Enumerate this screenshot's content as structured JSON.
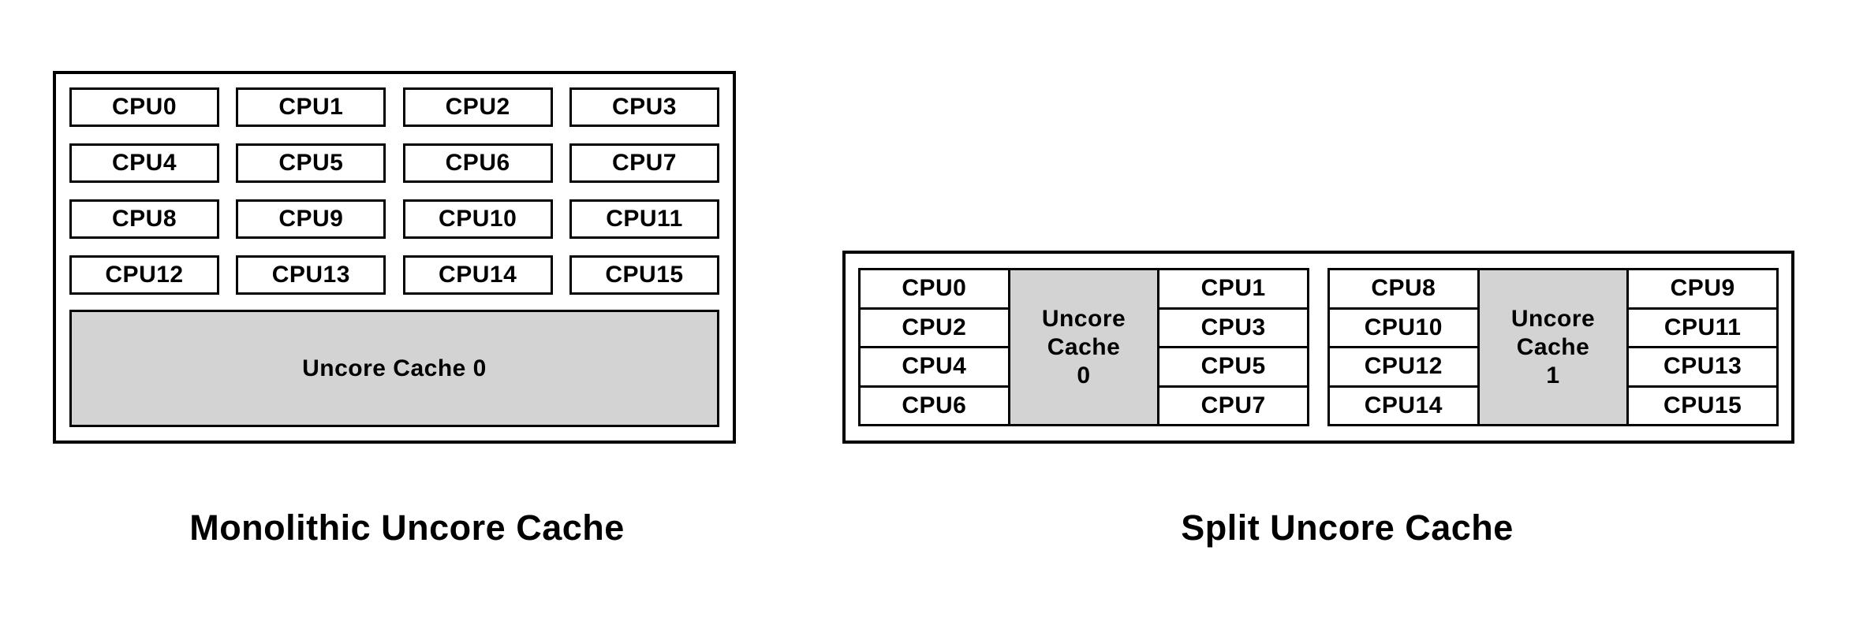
{
  "colors": {
    "background": "#ffffff",
    "border": "#000000",
    "cache_fill": "#d3d3d3",
    "text": "#000000"
  },
  "monolithic": {
    "caption": "Monolithic Uncore Cache",
    "cpus": [
      "CPU0",
      "CPU1",
      "CPU2",
      "CPU3",
      "CPU4",
      "CPU5",
      "CPU6",
      "CPU7",
      "CPU8",
      "CPU9",
      "CPU10",
      "CPU11",
      "CPU12",
      "CPU13",
      "CPU14",
      "CPU15"
    ],
    "cache_label": "Uncore Cache 0"
  },
  "split": {
    "caption": "Split Uncore Cache",
    "clusters": [
      {
        "left_cpus": [
          "CPU0",
          "CPU2",
          "CPU4",
          "CPU6"
        ],
        "right_cpus": [
          "CPU1",
          "CPU3",
          "CPU5",
          "CPU7"
        ],
        "cache_lines": [
          "Uncore",
          "Cache",
          "0"
        ]
      },
      {
        "left_cpus": [
          "CPU8",
          "CPU10",
          "CPU12",
          "CPU14"
        ],
        "right_cpus": [
          "CPU9",
          "CPU11",
          "CPU13",
          "CPU15"
        ],
        "cache_lines": [
          "Uncore",
          "Cache",
          "1"
        ]
      }
    ]
  }
}
